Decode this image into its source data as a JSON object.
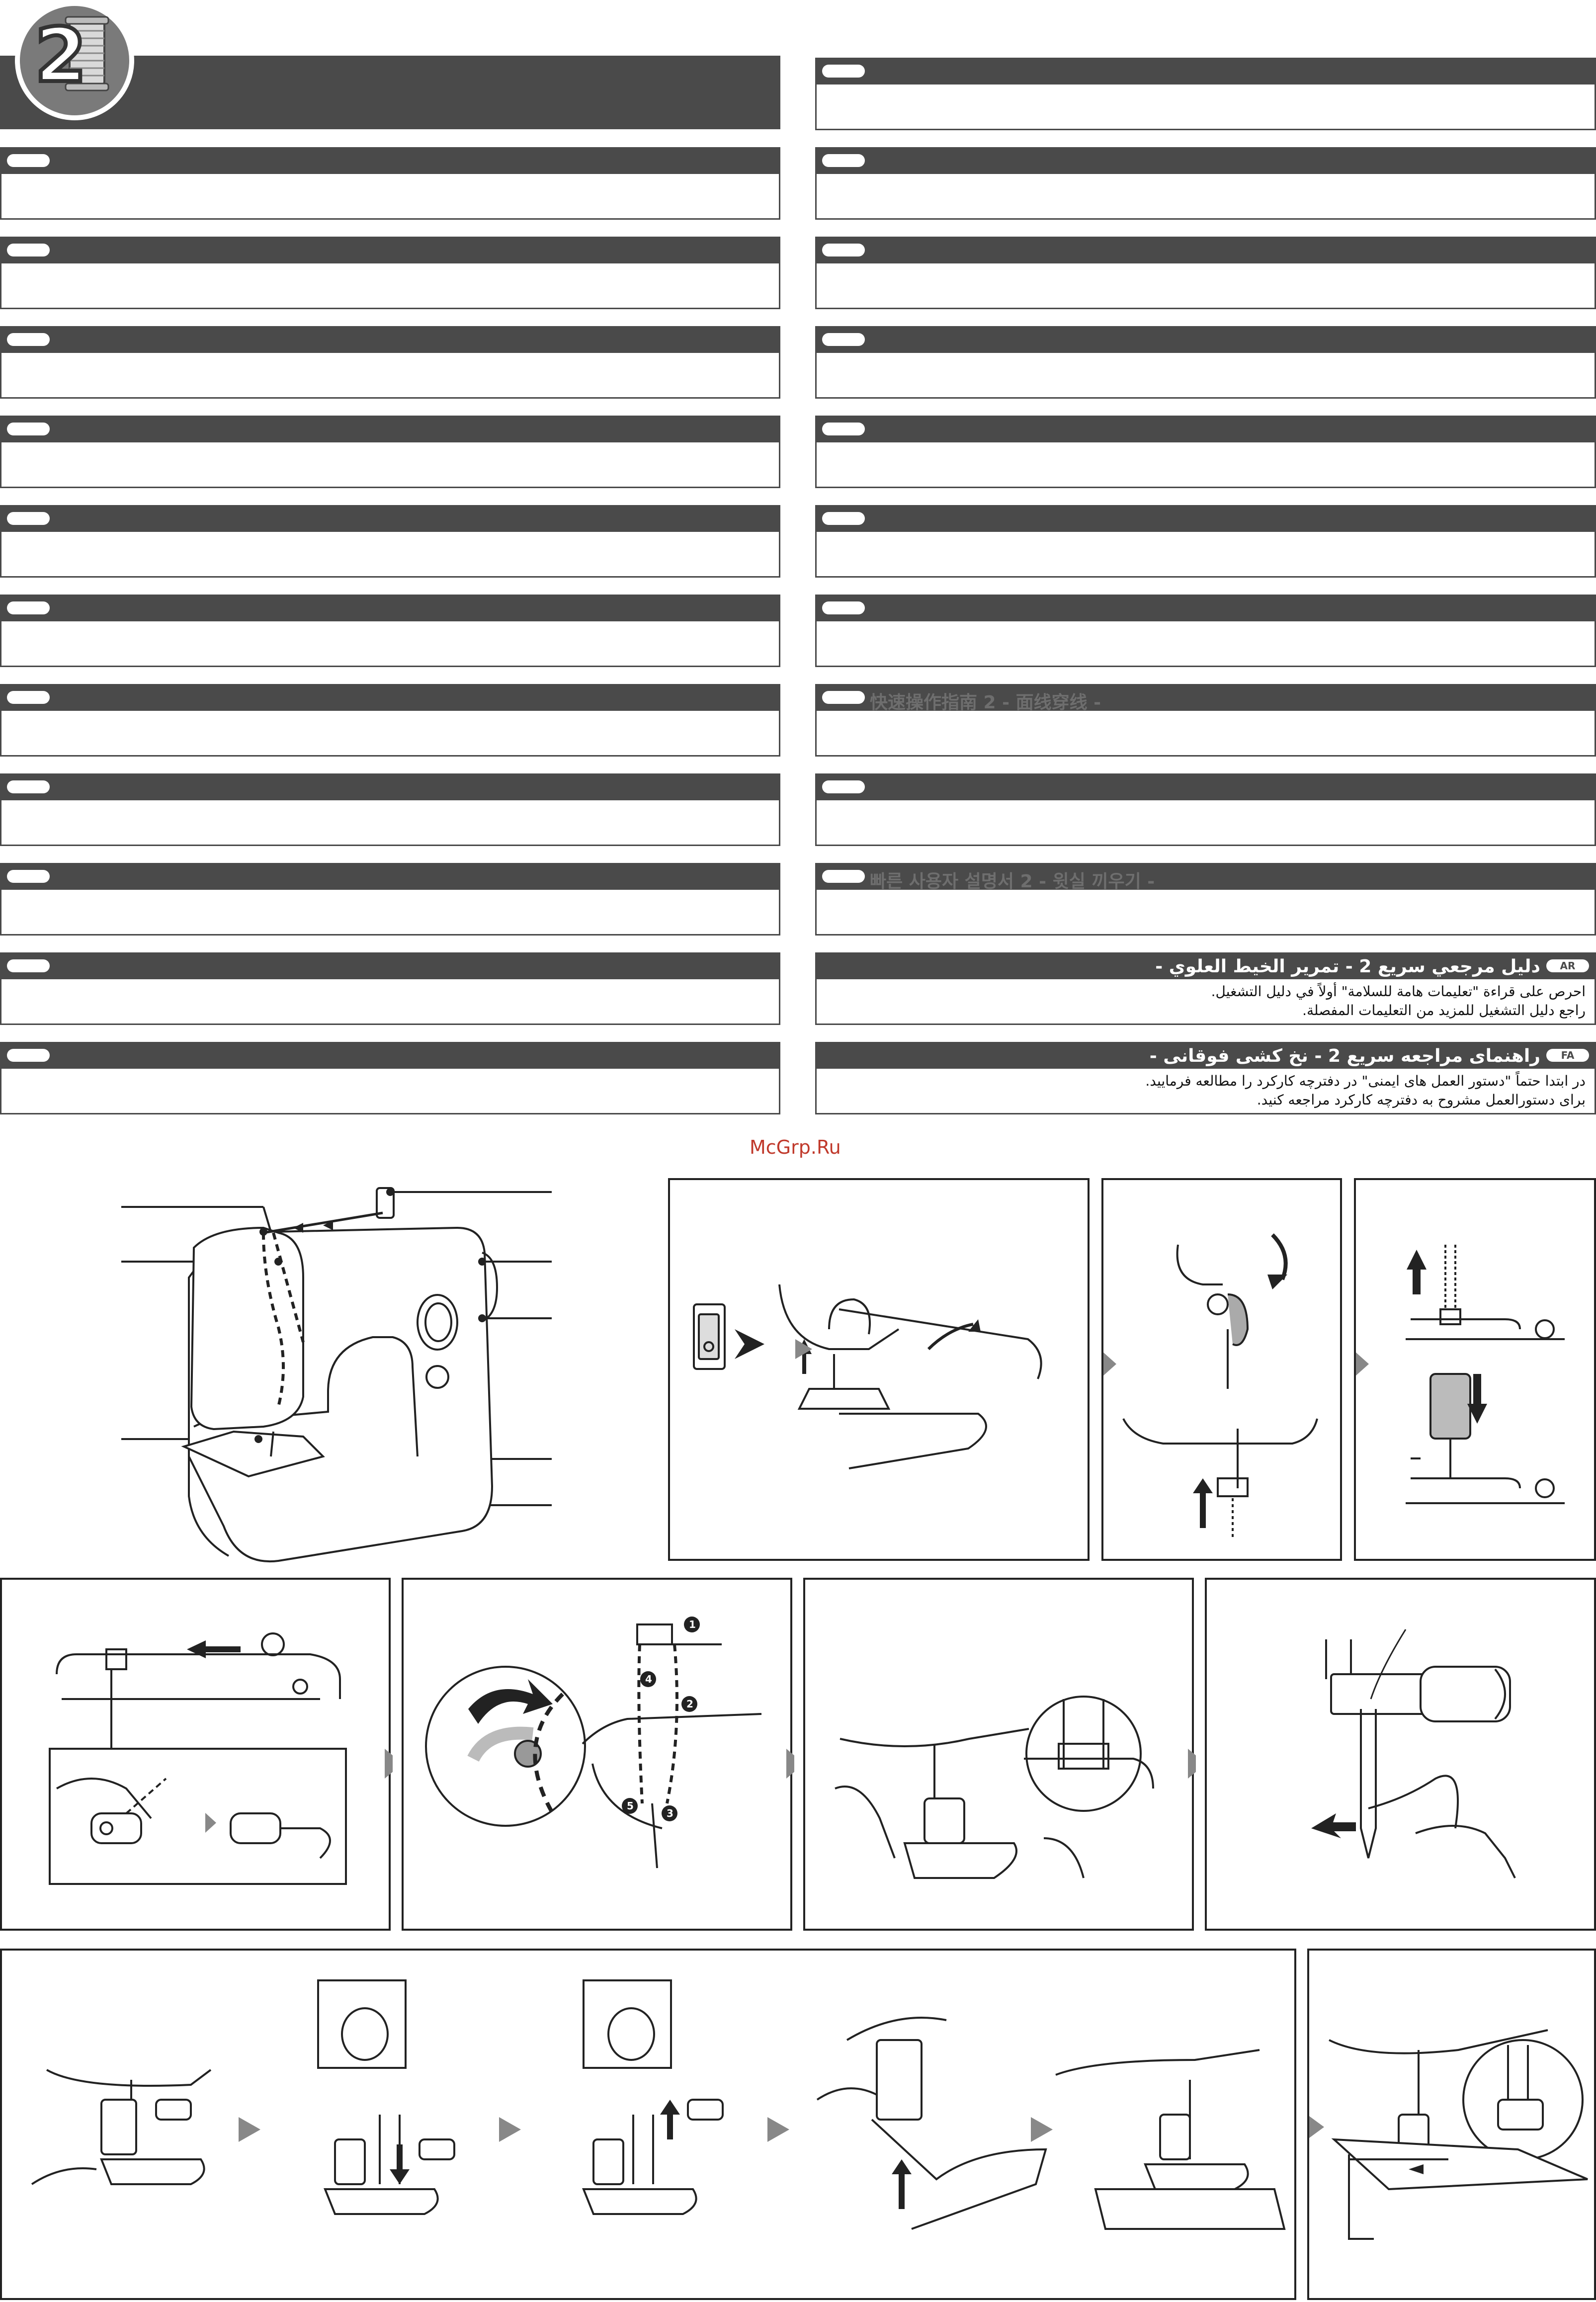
{
  "badge_number": "2",
  "left_headers_count": 11,
  "right_headers": [
    {
      "id": "zh",
      "text": "快速操作指南 2 - 面线穿线 -"
    },
    {
      "id": "ko",
      "text": "빠른 사용자 설명서 2 - 윗실 끼우기 -"
    }
  ],
  "ar": {
    "code": "AR",
    "title": "دليل مرجعي سريع 2 - تمرير الخيط العلوي -",
    "lines": [
      "احرص على قراءة \"تعليمات هامة للسلامة\" أولاً في دليل التشغيل.",
      "راجع دليل التشغيل للمزيد من التعليمات المفصلة."
    ]
  },
  "fa": {
    "code": "FA",
    "title": "راهنمای مراجعه سریع 2 - نخ کشی فوقانی -",
    "lines": [
      "در ابتدا حتماً \"دستور العمل های ایمنی\" در دفترچه کارکرد را مطالعه فرمایید.",
      "برای دستورالعمل مشروح به دفترچه کارکرد مراجعه کنید."
    ]
  },
  "watermark": "McGrp.Ru",
  "step_numbers": [
    "1",
    "2",
    "3",
    "4",
    "5"
  ],
  "icons": [
    "thread-spool-icon",
    "arrow-right-icon",
    "power-switch-icon",
    "handwheel-icon"
  ]
}
